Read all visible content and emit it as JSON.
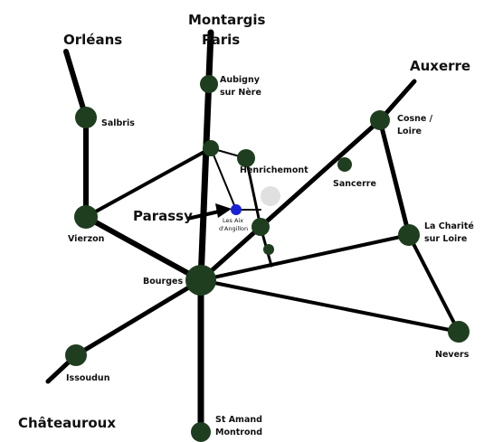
{
  "colors": {
    "road": "#000000",
    "town": "#1f3d1f",
    "highlight": "#1a22d8",
    "ghost": "#e0e0e0",
    "background": "#ffffff"
  },
  "labels": {
    "orleans": "Orléans",
    "montargis": "Montargis",
    "paris": "Paris",
    "auxerre": "Auxerre",
    "chateauroux": "Châteauroux",
    "parassy": "Parassy",
    "salbris": "Salbris",
    "aubigny_1": "Aubigny",
    "aubigny_2": "sur Nère",
    "cosne_1": "Cosne /",
    "cosne_2": "Loire",
    "henrichemont": "Henrichemont",
    "sancerre": "Sancerre",
    "les_aix_1": "Les Aix",
    "les_aix_2": "d'Angillon",
    "la_charite_1": "La Charité",
    "la_charite_2": "sur Loire",
    "vierzon": "Vierzon",
    "bourges": "Bourges",
    "nevers": "Nevers",
    "issoudun": "Issoudun",
    "st_amand_1": "St Amand",
    "st_amand_2": "Montrond"
  },
  "icons": {
    "arrow": "arrow-right-icon",
    "highlight_marker": "location-dot-icon"
  }
}
